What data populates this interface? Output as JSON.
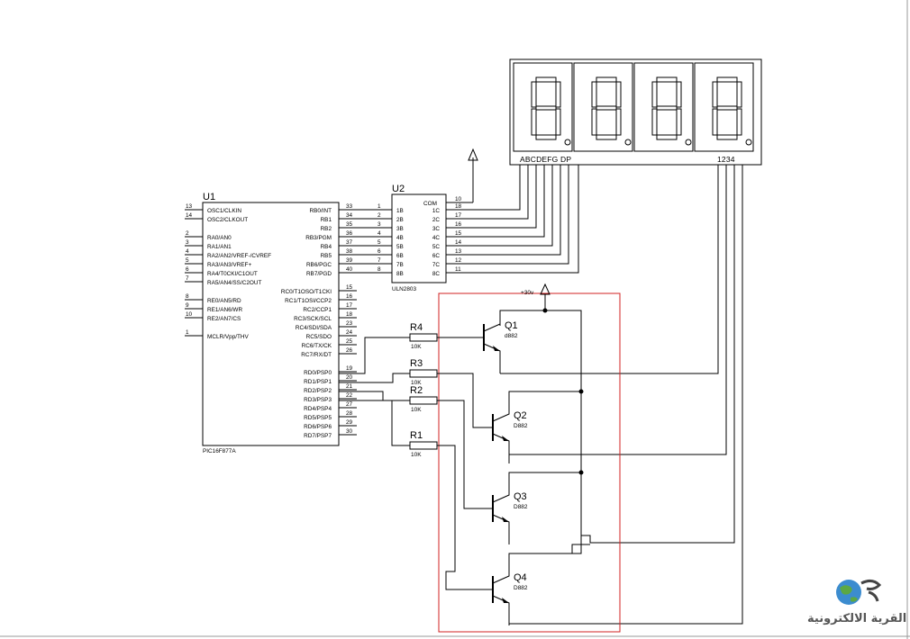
{
  "u1": {
    "ref": "U1",
    "part": "PIC16F877A",
    "left_pins": [
      {
        "num": "13",
        "name": "OSC1/CLKIN"
      },
      {
        "num": "14",
        "name": "OSC2/CLKOUT"
      },
      {
        "num": "2",
        "name": "RA0/AN0"
      },
      {
        "num": "3",
        "name": "RA1/AN1"
      },
      {
        "num": "4",
        "name": "RA2/AN2/VREF-/CVREF"
      },
      {
        "num": "5",
        "name": "RA3/AN3/VREF+"
      },
      {
        "num": "6",
        "name": "RA4/T0CKI/C1OUT"
      },
      {
        "num": "7",
        "name": "RA5/AN4/SS/C2OUT"
      },
      {
        "num": "8",
        "name": "RE0/AN5/RD"
      },
      {
        "num": "9",
        "name": "RE1/AN6/WR"
      },
      {
        "num": "10",
        "name": "RE2/AN7/CS"
      },
      {
        "num": "1",
        "name": "MCLR/Vpp/THV"
      }
    ],
    "right_pins": [
      {
        "num": "33",
        "name": "RB0/INT"
      },
      {
        "num": "34",
        "name": "RB1"
      },
      {
        "num": "35",
        "name": "RB2"
      },
      {
        "num": "36",
        "name": "RB3/PGM"
      },
      {
        "num": "37",
        "name": "RB4"
      },
      {
        "num": "38",
        "name": "RB5"
      },
      {
        "num": "39",
        "name": "RB6/PGC"
      },
      {
        "num": "40",
        "name": "RB7/PGD"
      },
      {
        "num": "15",
        "name": "RC0/T1OSO/T1CKI"
      },
      {
        "num": "16",
        "name": "RC1/T1OSI/CCP2"
      },
      {
        "num": "17",
        "name": "RC2/CCP1"
      },
      {
        "num": "18",
        "name": "RC3/SCK/SCL"
      },
      {
        "num": "23",
        "name": "RC4/SDI/SDA"
      },
      {
        "num": "24",
        "name": "RC5/SDO"
      },
      {
        "num": "25",
        "name": "RC6/TX/CK"
      },
      {
        "num": "26",
        "name": "RC7/RX/DT"
      },
      {
        "num": "19",
        "name": "RD0/PSP0"
      },
      {
        "num": "20",
        "name": "RD1/PSP1"
      },
      {
        "num": "21",
        "name": "RD2/PSP2"
      },
      {
        "num": "22",
        "name": "RD3/PSP3"
      },
      {
        "num": "27",
        "name": "RD4/PSP4"
      },
      {
        "num": "28",
        "name": "RD5/PSP5"
      },
      {
        "num": "29",
        "name": "RD6/PSP6"
      },
      {
        "num": "30",
        "name": "RD7/PSP7"
      }
    ]
  },
  "u2": {
    "ref": "U2",
    "part": "ULN2803",
    "com_label": "COM",
    "com_pin": "10",
    "inputs": [
      {
        "num": "1",
        "name": "1B"
      },
      {
        "num": "2",
        "name": "2B"
      },
      {
        "num": "3",
        "name": "3B"
      },
      {
        "num": "4",
        "name": "4B"
      },
      {
        "num": "5",
        "name": "5B"
      },
      {
        "num": "6",
        "name": "6B"
      },
      {
        "num": "7",
        "name": "7B"
      },
      {
        "num": "8",
        "name": "8B"
      }
    ],
    "outputs": [
      {
        "num": "18",
        "name": "1C"
      },
      {
        "num": "17",
        "name": "2C"
      },
      {
        "num": "16",
        "name": "3C"
      },
      {
        "num": "15",
        "name": "4C"
      },
      {
        "num": "14",
        "name": "5C"
      },
      {
        "num": "13",
        "name": "6C"
      },
      {
        "num": "12",
        "name": "7C"
      },
      {
        "num": "11",
        "name": "8C"
      }
    ]
  },
  "display": {
    "segments_label": "ABCDEFG  DP",
    "digits_label": "1234",
    "digit_count": 4
  },
  "resistors": [
    {
      "ref": "R4",
      "value": "10K"
    },
    {
      "ref": "R3",
      "value": "10K"
    },
    {
      "ref": "R2",
      "value": "10K"
    },
    {
      "ref": "R1",
      "value": "10K"
    }
  ],
  "transistors": [
    {
      "ref": "Q1",
      "part": "d882"
    },
    {
      "ref": "Q2",
      "part": "D882"
    },
    {
      "ref": "Q3",
      "part": "D882"
    },
    {
      "ref": "Q4",
      "part": "D882"
    }
  ],
  "power_label": "+30v",
  "watermark": "القرية الالكترونية"
}
